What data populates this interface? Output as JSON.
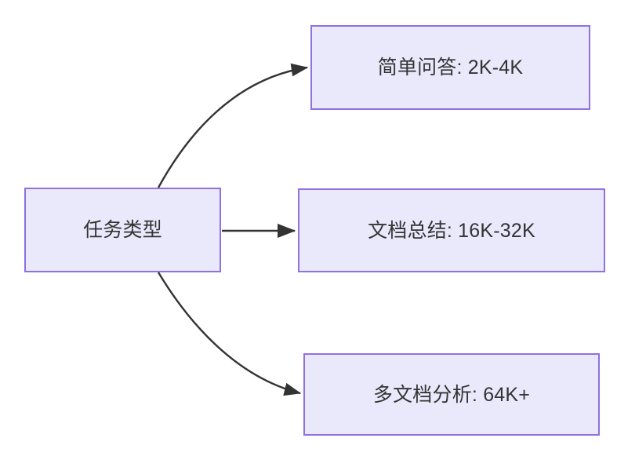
{
  "diagram": {
    "type": "flowchart",
    "direction": "left-to-right",
    "background_color": "#ffffff",
    "node_fill_color": "#eae8fb",
    "node_border_color": "#9071dd",
    "node_text_color": "#333333",
    "edge_color": "#333333",
    "root": {
      "label": "任务类型"
    },
    "branches": [
      {
        "label": "简单问答: 2K-4K",
        "task": "简单问答",
        "range": "2K-4K",
        "edge_style": "curved"
      },
      {
        "label": "文档总结: 16K-32K",
        "task": "文档总结",
        "range": "16K-32K",
        "edge_style": "straight"
      },
      {
        "label": "多文档分析: 64K+",
        "task": "多文档分析",
        "range": "64K+",
        "edge_style": "curved"
      }
    ]
  }
}
